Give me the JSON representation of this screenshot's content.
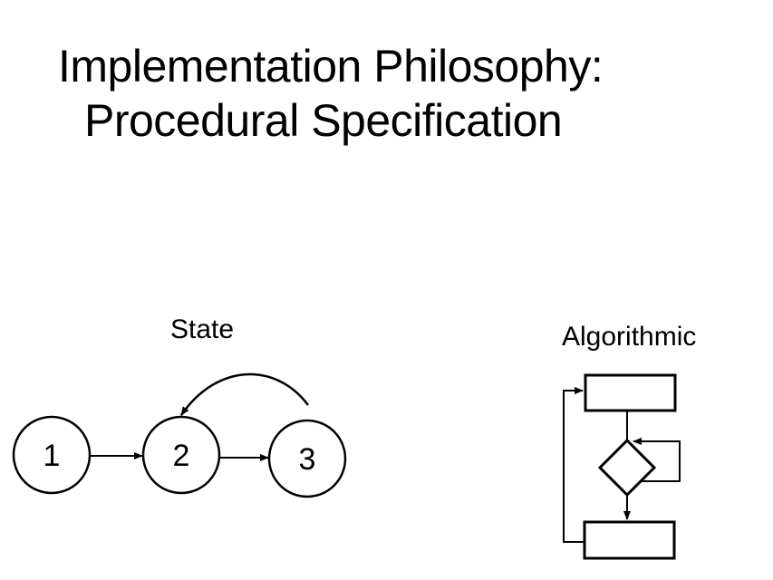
{
  "slide": {
    "title_line1": "Implementation Philosophy:",
    "title_line2": "Procedural Specification"
  },
  "state_diagram": {
    "label": "State",
    "nodes": [
      {
        "id": "1",
        "label": "1"
      },
      {
        "id": "2",
        "label": "2"
      },
      {
        "id": "3",
        "label": "3"
      }
    ]
  },
  "algorithmic_diagram": {
    "label": "Algorithmic"
  }
}
